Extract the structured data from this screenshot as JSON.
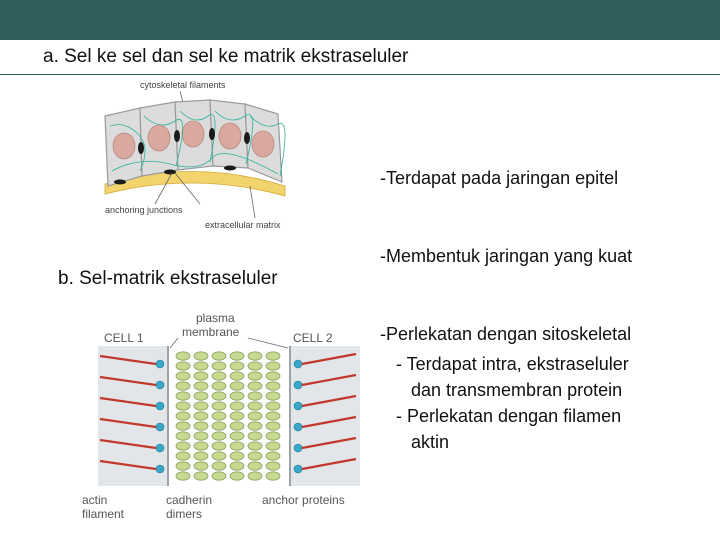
{
  "slide": {
    "header_color": "#2f5f5a",
    "section_a": {
      "title": "a. Sel ke sel dan sel ke matrik ekstraseluler",
      "bullets": [
        "-Terdapat pada jaringan epitel",
        "-Membentuk jaringan yang kuat",
        "-Perlekatan dengan sitoskeletal"
      ],
      "figure_labels": {
        "cytoskeletal": "cytoskeletal filaments",
        "anchoring": "anchoring junctions",
        "matrix": "extracellular matrix"
      }
    },
    "section_b": {
      "title": "b. Sel-matrik ekstraseluler",
      "bullets": [
        "- Terdapat intra, ekstraseluler",
        "   dan transmembran protein",
        "- Perlekatan dengan filamen",
        "   aktin"
      ],
      "figure_labels": {
        "cell1": "CELL 1",
        "cell2": "CELL 2",
        "plasma": "plasma",
        "membrane": "membrane",
        "actin1": "actin",
        "actin2": "filament",
        "cadherin1": "cadherin",
        "cadherin2": "dimers",
        "anchor": "anchor proteins"
      }
    }
  }
}
